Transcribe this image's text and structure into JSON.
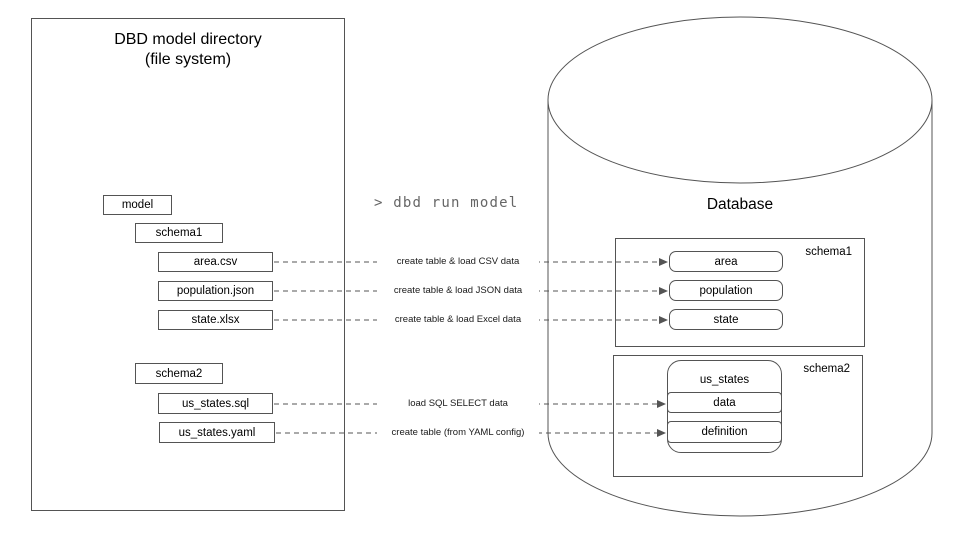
{
  "left_panel": {
    "title_line1": "DBD model directory",
    "title_line2": "(file system)",
    "nodes": {
      "model": "model",
      "schema1": "schema1",
      "area_csv": "area.csv",
      "population_json": "population.json",
      "state_xlsx": "state.xlsx",
      "schema2": "schema2",
      "us_states_sql": "us_states.sql",
      "us_states_yaml": "us_states.yaml"
    }
  },
  "command": "> dbd run model",
  "arrows": {
    "csv": "create table & load CSV data",
    "json": "create table & load JSON data",
    "excel": "create table & load Excel data",
    "sql": "load SQL SELECT data",
    "yaml": "create table (from YAML config)"
  },
  "database": {
    "title": "Database",
    "schema1": {
      "label": "schema1",
      "tables": {
        "area": "area",
        "population": "population",
        "state": "state"
      }
    },
    "schema2": {
      "label": "schema2",
      "table_group": "us_states",
      "rows": {
        "data": "data",
        "definition": "definition"
      }
    }
  },
  "colors": {
    "line": "#545454",
    "command_text": "#666666",
    "background": "#ffffff"
  }
}
